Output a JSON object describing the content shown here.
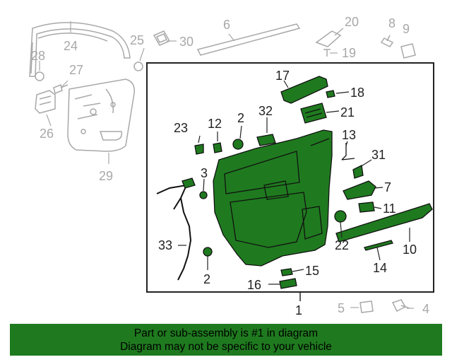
{
  "callouts": {
    "c1": "1",
    "c2a": "2",
    "c2b": "2",
    "c3": "3",
    "c4": "4",
    "c5": "5",
    "c6": "6",
    "c7": "7",
    "c8": "8",
    "c9": "9",
    "c10": "10",
    "c11": "11",
    "c12": "12",
    "c13": "13",
    "c14": "14",
    "c15": "15",
    "c16": "16",
    "c17": "17",
    "c18": "18",
    "c19": "19",
    "c20": "20",
    "c21": "21",
    "c22": "22",
    "c23": "23",
    "c24": "24",
    "c25": "25",
    "c26": "26",
    "c27": "27",
    "c28": "28",
    "c29": "29",
    "c30": "30",
    "c31": "31",
    "c32": "32",
    "c33": "33"
  },
  "banner": {
    "line1": "Part or sub-assembly is #1 in diagram",
    "line2": "Diagram may not be specific to your vehicle"
  },
  "colors": {
    "highlight_part": "#1f7a1f",
    "banner_bg": "#1f7a1f",
    "muted_part": "#a8a8a8",
    "line": "#222222"
  }
}
